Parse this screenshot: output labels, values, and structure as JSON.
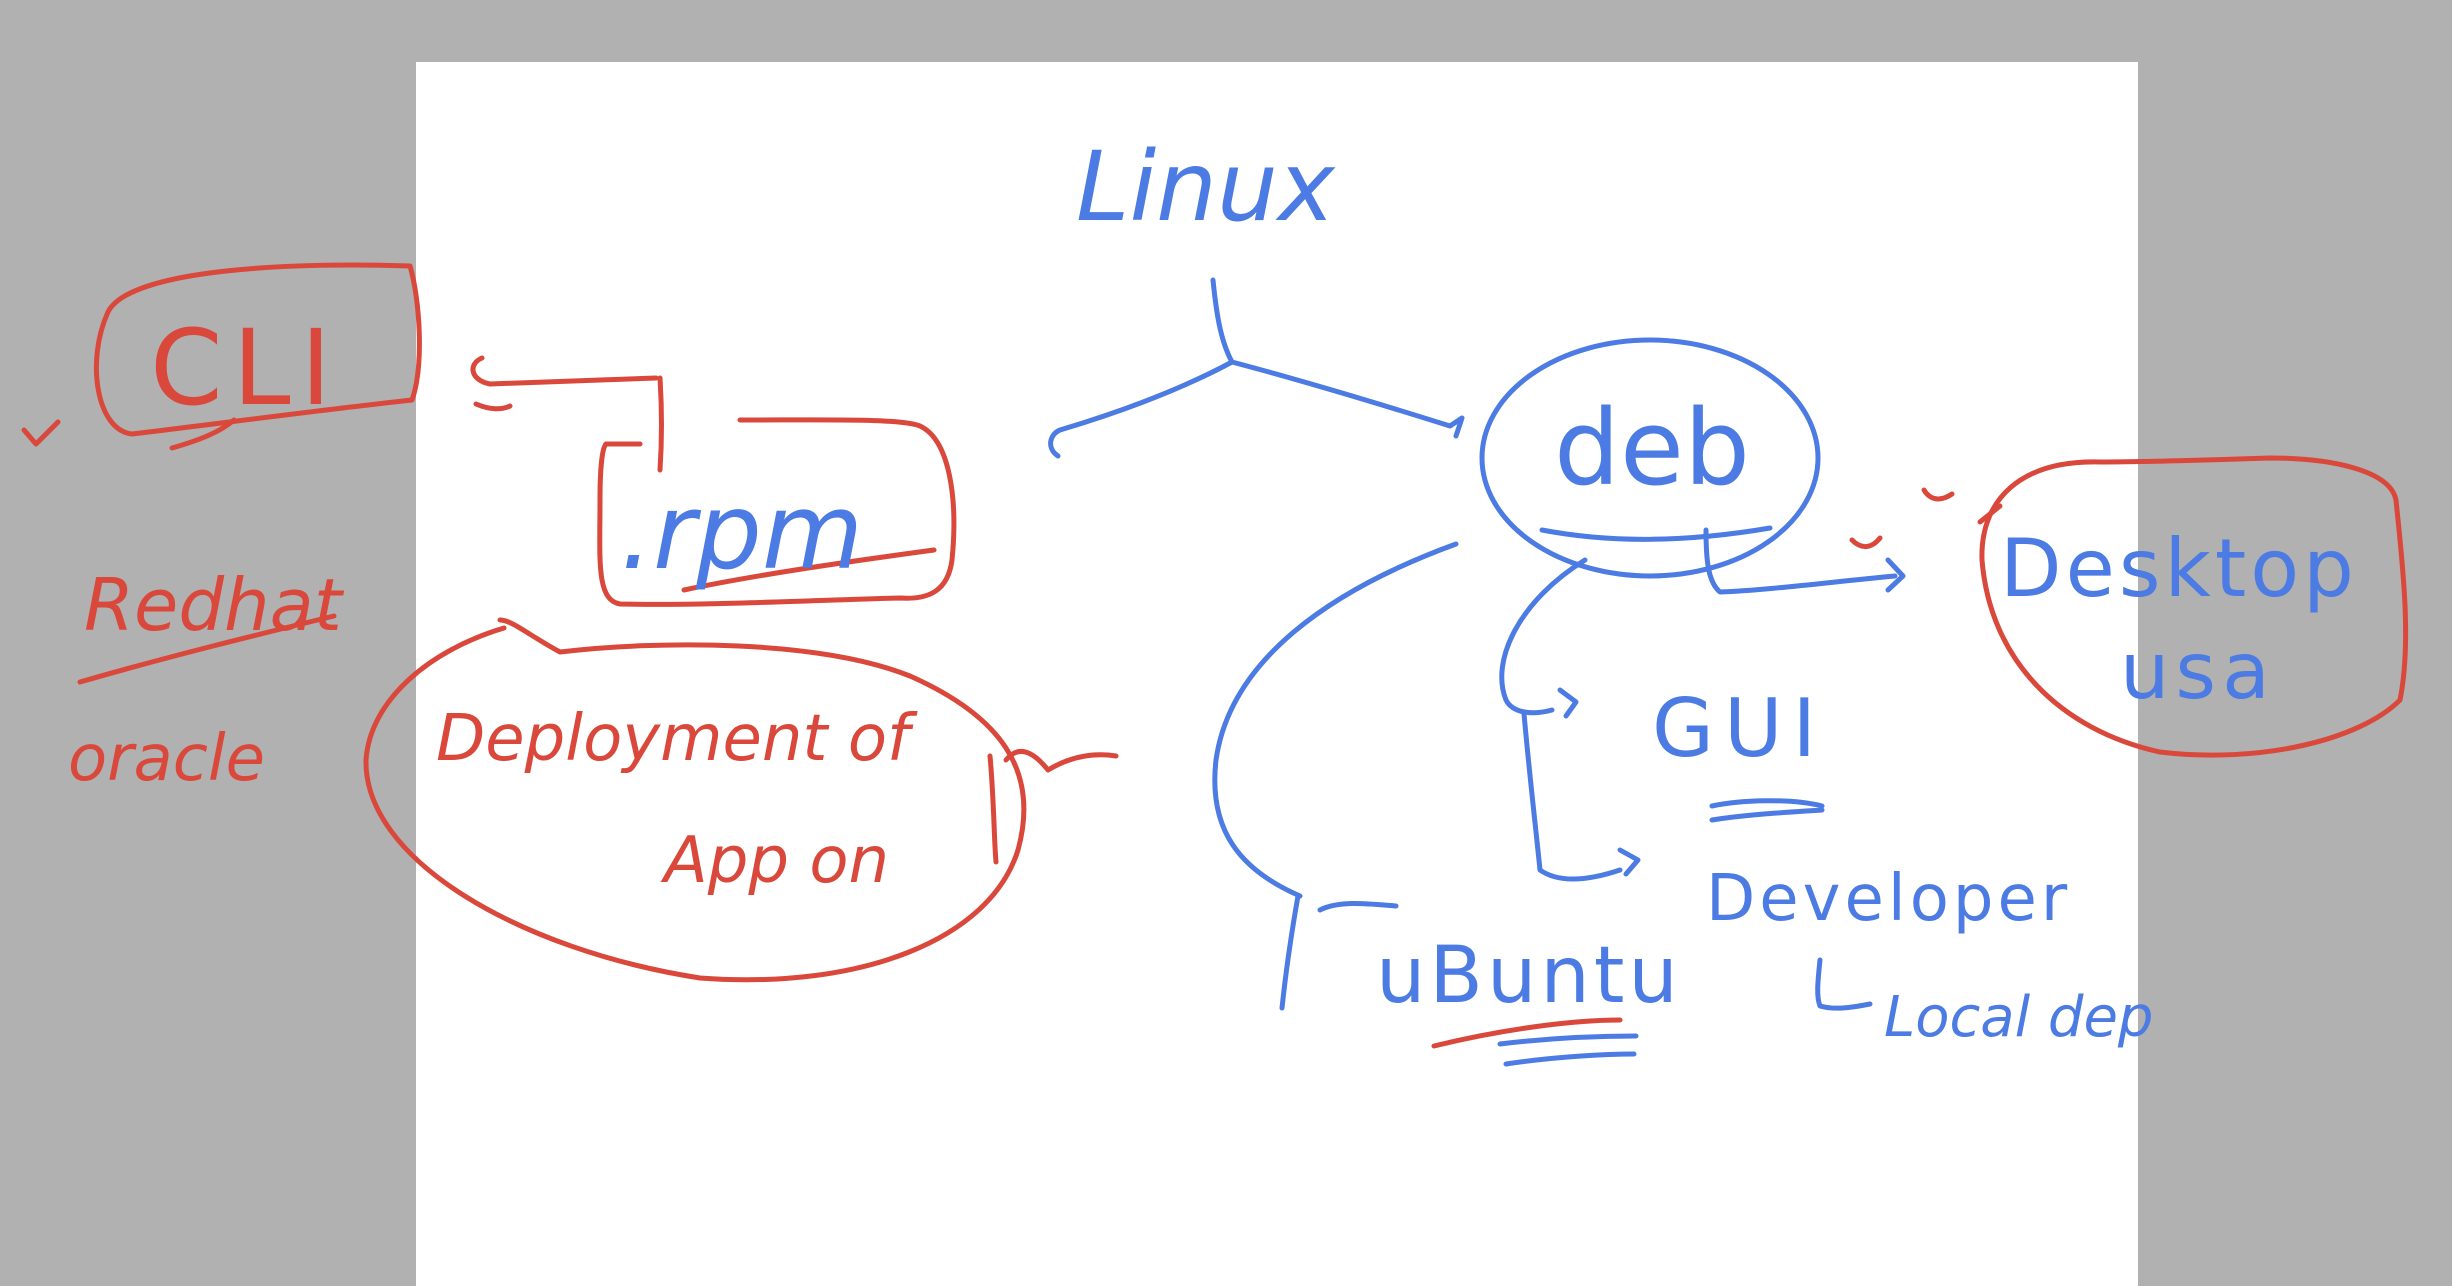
{
  "canvas": {
    "background": "#b1b1b1",
    "page_color": "#ffffff",
    "ink_colors": {
      "blue": "#4b7be3",
      "red": "#d9483b"
    }
  },
  "notes": {
    "linux": "Linux",
    "deb": "deb",
    "rpm": ".rpm",
    "cli": "CLI",
    "redhat": "Redhat",
    "oracle": "oracle",
    "deployment_line1": "Deployment of",
    "deployment_line2": "App on",
    "gui": "GUI",
    "developer": "Developer",
    "local_dep": "Local dep",
    "ubuntu": "uBuntu",
    "desktop": "Desktop",
    "usa": "usa"
  }
}
